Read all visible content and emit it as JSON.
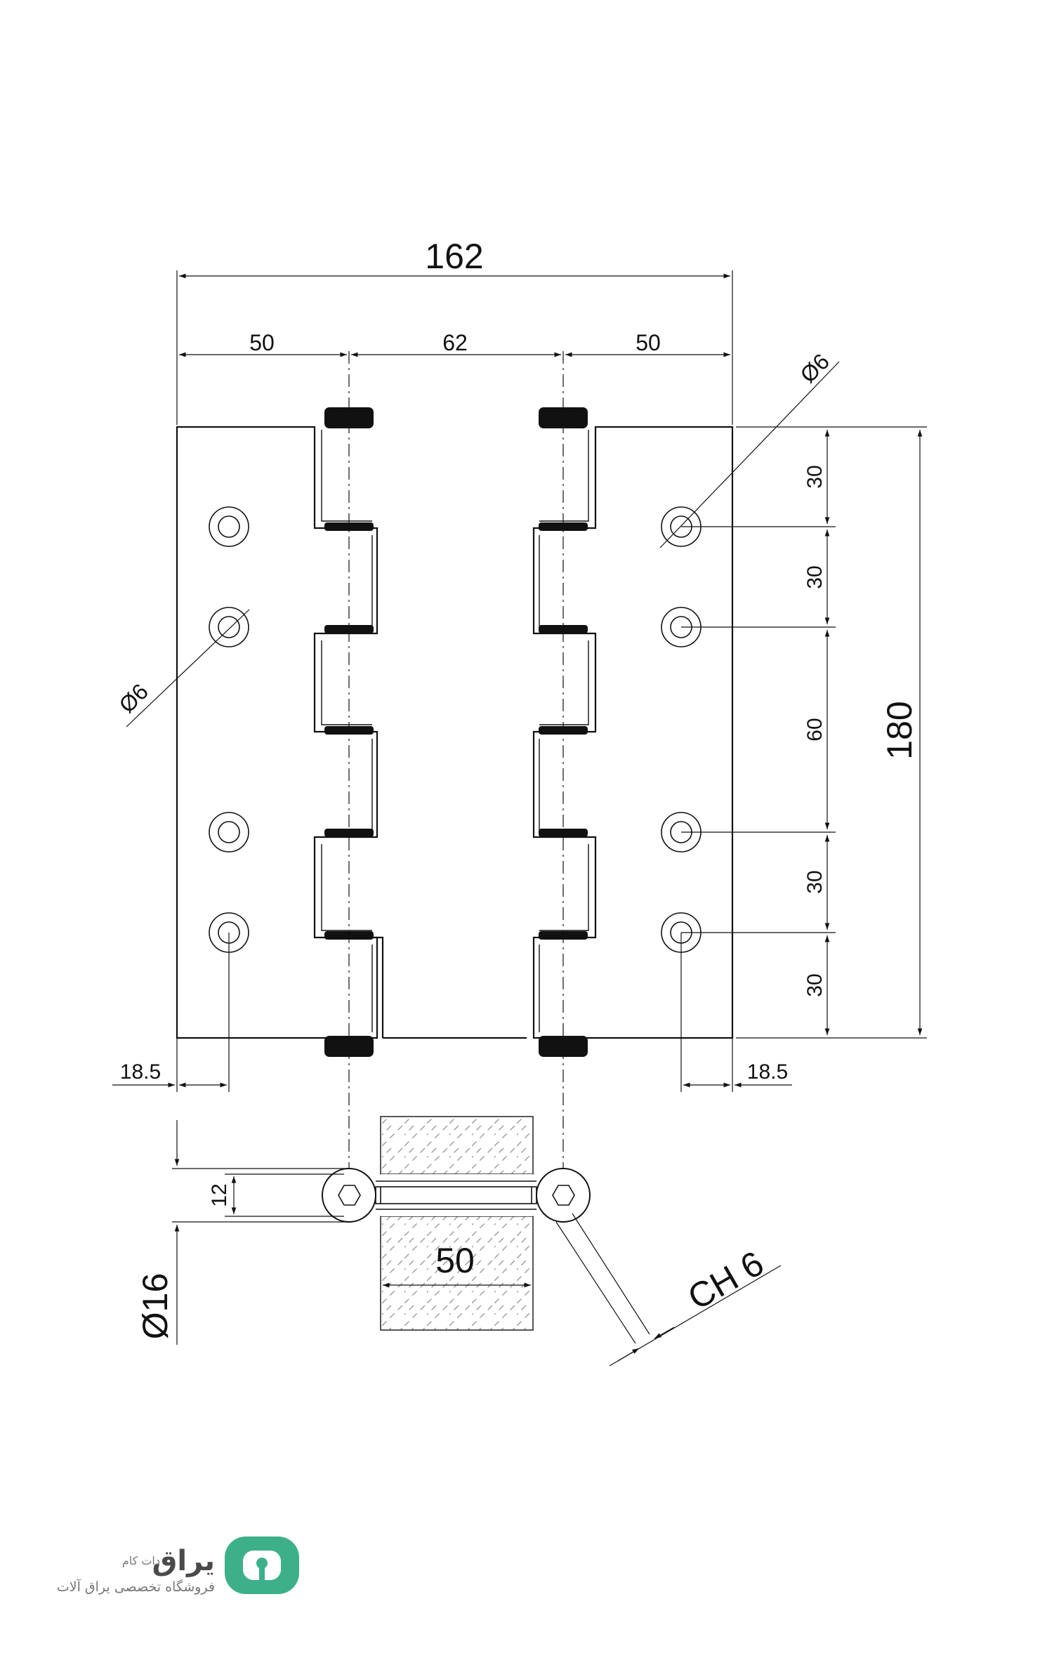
{
  "dimensions": {
    "overall_width": "162",
    "left_leaf": "50",
    "center_leaf": "62",
    "right_leaf": "50",
    "overall_height": "180",
    "hole_spacing": [
      "30",
      "30",
      "60",
      "30",
      "30"
    ],
    "hole_diameter_right": "Ø6",
    "hole_diameter_left": "Ø6",
    "edge_offset_left": "18.5",
    "edge_offset_right": "18.5",
    "section_thickness": "12",
    "knuckle_diameter": "Ø16",
    "door_thickness": "50",
    "hex_key": "CH 6"
  },
  "logo": {
    "name": "یراق",
    "suffix": "دات کام",
    "tagline": "فروشگاه تخصصی یراق آلات",
    "color": "#3db08a"
  }
}
